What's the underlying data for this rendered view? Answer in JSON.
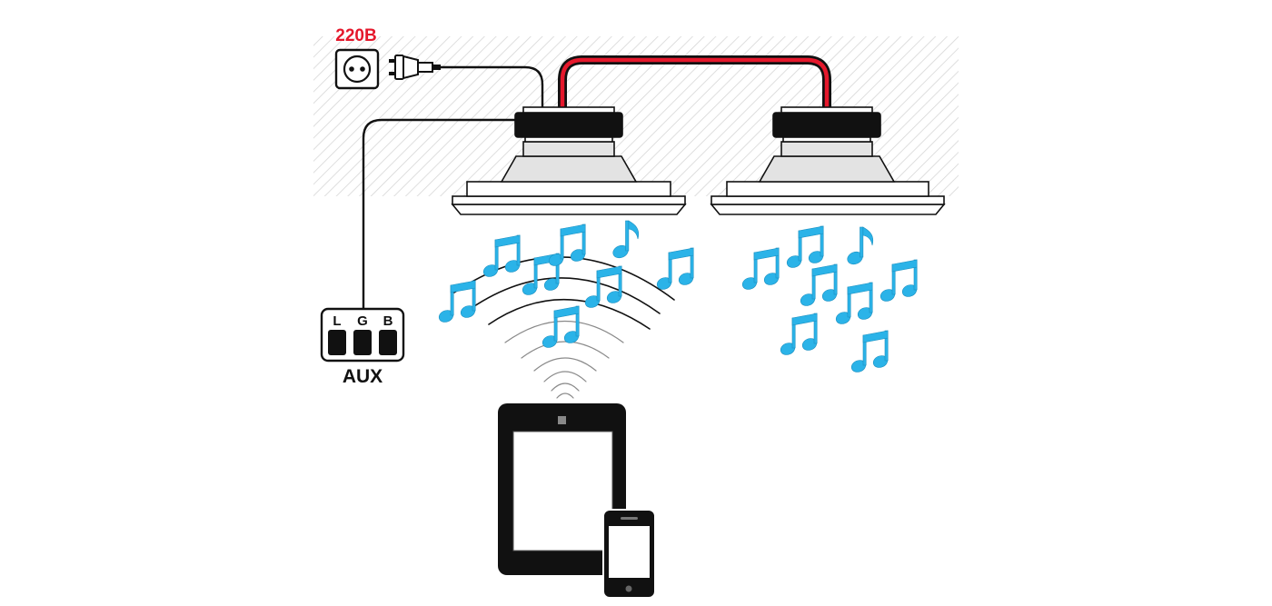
{
  "power": {
    "voltage_label": "220В"
  },
  "aux": {
    "label": "AUX",
    "pins": [
      "L",
      "G",
      "B"
    ]
  },
  "colors": {
    "note": "#2bb3e8",
    "voltage_text": "#e5182c",
    "speaker_link_wire": "#e5182c",
    "wire": "#111111",
    "ceiling_hatch": "#d9d9d9",
    "speaker_fill": "#e3e3e3",
    "device": "#111111"
  },
  "icons": [
    "power-outlet-icon",
    "power-plug-icon",
    "speaker-icon",
    "aux-connector-icon",
    "music-note-icon",
    "wifi-signal-icon",
    "tablet-icon",
    "smartphone-icon"
  ]
}
